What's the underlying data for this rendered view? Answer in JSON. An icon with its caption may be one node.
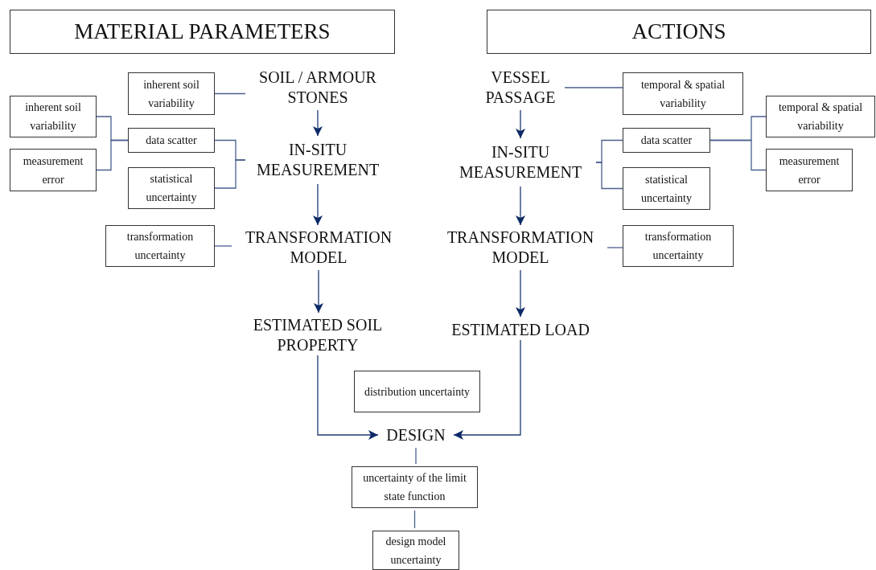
{
  "diagram": {
    "nodes": [
      {
        "text": [
          "MATERIAL PARAMETERS"
        ]
      },
      {
        "text": [
          "ACTIONS"
        ]
      },
      {
        "text": [
          "inherent soil variability"
        ]
      },
      {
        "text": [
          "SOIL / ARMOUR STONES"
        ]
      },
      {
        "text": [
          "VESSEL PASSAGE"
        ]
      },
      {
        "text": [
          "temporal & spatial variability"
        ]
      },
      {
        "text": [
          "inherent soil variability"
        ]
      },
      {
        "text": [
          "data scatter"
        ]
      },
      {
        "text": [
          "IN-SITU MEASUREMENT"
        ]
      },
      {
        "text": [
          "IN-SITU MEASUREMENT"
        ]
      },
      {
        "text": [
          "data scatter"
        ]
      },
      {
        "text": [
          "temporal & spatial variability"
        ]
      },
      {
        "text": [
          "measurement error"
        ]
      },
      {
        "text": [
          "measurement error"
        ]
      },
      {
        "text": [
          "statistical uncertainty"
        ]
      },
      {
        "text": [
          "statistical uncertainty"
        ]
      },
      {
        "text": [
          "transformation uncertainty"
        ]
      },
      {
        "text": [
          "TRANSFORMATION MODEL"
        ]
      },
      {
        "text": [
          "TRANSFORMATION MODEL"
        ]
      },
      {
        "text": [
          "transformation uncertainty"
        ]
      },
      {
        "text": [
          "ESTIMATED SOIL PROPERTY"
        ]
      },
      {
        "text": [
          "ESTIMATED LOAD"
        ]
      },
      {
        "text": [
          "distribution uncertainty"
        ]
      },
      {
        "text": [
          "DESIGN"
        ]
      },
      {
        "text": [
          "uncertainty of the limit state function"
        ]
      },
      {
        "text": [
          "design model uncertainty"
        ]
      }
    ],
    "edges": [
      {
        "from": 2,
        "to": 3,
        "arrow": "none"
      },
      {
        "from": 6,
        "to": 7,
        "arrow": "none"
      },
      {
        "from": 12,
        "to": 7,
        "arrow": "none"
      },
      {
        "from": 7,
        "to": 8,
        "arrow": "none"
      },
      {
        "from": 14,
        "to": 8,
        "arrow": "none"
      },
      {
        "from": 3,
        "to": 8,
        "arrow": "to"
      },
      {
        "from": 16,
        "to": 17,
        "arrow": "none"
      },
      {
        "from": 8,
        "to": 17,
        "arrow": "to"
      },
      {
        "from": 17,
        "to": 20,
        "arrow": "to"
      },
      {
        "from": 4,
        "to": 5,
        "arrow": "none"
      },
      {
        "from": 4,
        "to": 9,
        "arrow": "to"
      },
      {
        "from": 9,
        "to": 10,
        "arrow": "none"
      },
      {
        "from": 9,
        "to": 15,
        "arrow": "none"
      },
      {
        "from": 10,
        "to": 11,
        "arrow": "none"
      },
      {
        "from": 10,
        "to": 13,
        "arrow": "none"
      },
      {
        "from": 9,
        "to": 18,
        "arrow": "to"
      },
      {
        "from": 18,
        "to": 19,
        "arrow": "none"
      },
      {
        "from": 18,
        "to": 21,
        "arrow": "to"
      },
      {
        "from": 20,
        "to": 23,
        "arrow": "to"
      },
      {
        "from": 21,
        "to": 23,
        "arrow": "to"
      },
      {
        "from": 23,
        "to": 24,
        "arrow": "none"
      },
      {
        "from": 24,
        "to": 25,
        "arrow": "none"
      }
    ]
  }
}
